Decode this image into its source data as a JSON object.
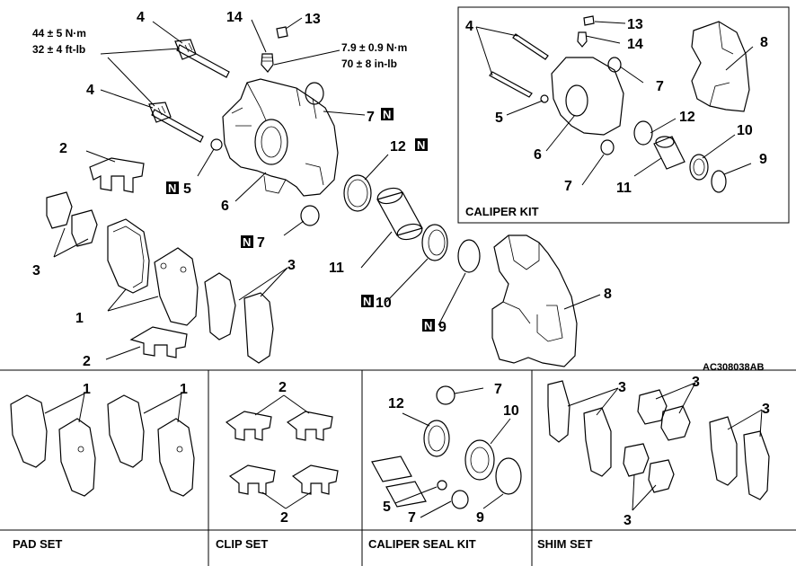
{
  "diagram_code": "AC308038AB",
  "torque": {
    "guide_pin": [
      "44 ± 5 N·m",
      "32 ± 4 ft-lb"
    ],
    "bleeder": [
      "7.9 ± 0.9 N·m",
      "70 ± 8 in-lb"
    ]
  },
  "callouts": {
    "n1": "1",
    "n2": "2",
    "n3": "3",
    "n4": "4",
    "n5": "5",
    "n6": "6",
    "n7": "7",
    "n8": "8",
    "n9": "9",
    "n10": "10",
    "n11": "11",
    "n12": "12",
    "n13": "13",
    "n14": "14"
  },
  "tag": "N",
  "panels": {
    "caliper_kit": "CALIPER KIT",
    "pad_set": "PAD SET",
    "clip_set": "CLIP SET",
    "caliper_seal_kit": "CALIPER SEAL KIT",
    "shim_set": "SHIM SET"
  }
}
